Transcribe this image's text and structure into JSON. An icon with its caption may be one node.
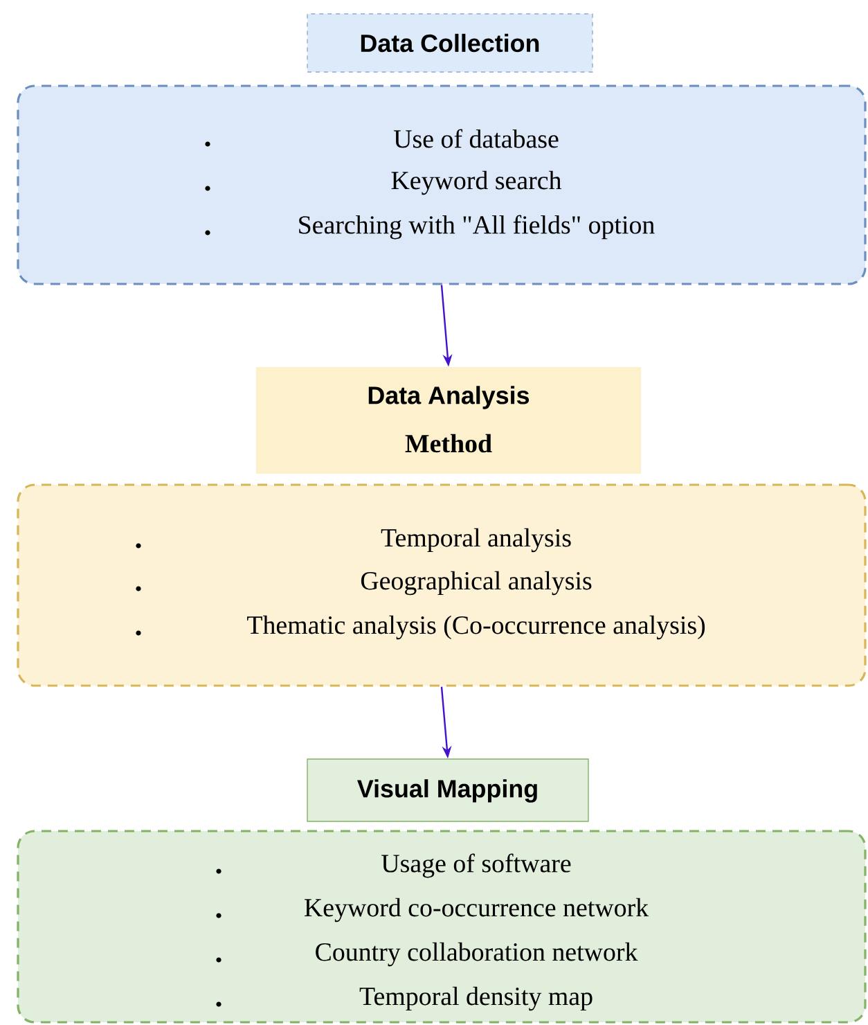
{
  "diagram": {
    "nodes": [
      {
        "text": [
          "Data Collection"
        ]
      },
      {
        "text": [
          "Use of database",
          "Keyword search",
          "Searching with \"All fields\" option"
        ]
      },
      {
        "text": [
          "Data Analysis",
          "Method"
        ]
      },
      {
        "text": [
          "Temporal analysis",
          "Geographical analysis",
          "Thematic analysis (Co-occurrence analysis)"
        ]
      },
      {
        "text": [
          "Visual Mapping"
        ]
      },
      {
        "text": [
          "Usage of software",
          "Keyword co-occurrence network",
          "Country collaboration network",
          "Temporal density map"
        ]
      }
    ],
    "edges": [
      {
        "from": 1,
        "to": 2,
        "arrow": "to"
      },
      {
        "from": 3,
        "to": 4,
        "arrow": "to"
      }
    ]
  }
}
